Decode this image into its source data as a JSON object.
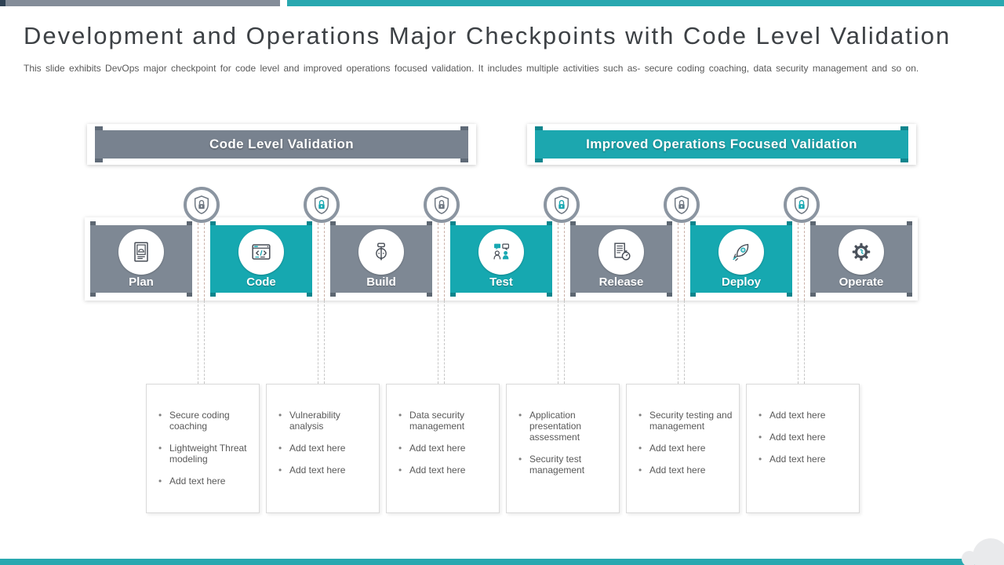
{
  "slide": {
    "title": "Development and Operations Major Checkpoints with Code Level Validation",
    "subtitle": "This slide exhibits DevOps major checkpoint for code level and improved operations focused validation. It includes multiple activities such as- secure coding coaching, data security management and so on."
  },
  "banners": [
    {
      "label": "Code Level Validation",
      "color": "#78828f"
    },
    {
      "label": "Improved Operations Focused Validation",
      "color": "#1ca7af"
    }
  ],
  "pipeline": {
    "stages": [
      {
        "label": "Plan",
        "variant": "gray",
        "icon": "plan-clipboard-icon"
      },
      {
        "label": "Code",
        "variant": "teal",
        "icon": "code-window-icon"
      },
      {
        "label": "Build",
        "variant": "gray",
        "icon": "build-hammer-icon"
      },
      {
        "label": "Test",
        "variant": "teal",
        "icon": "test-users-chat-icon"
      },
      {
        "label": "Release",
        "variant": "gray",
        "icon": "release-document-timer-icon"
      },
      {
        "label": "Deploy",
        "variant": "teal",
        "icon": "deploy-rocket-icon"
      },
      {
        "label": "Operate",
        "variant": "gray",
        "icon": "operate-gear-icon"
      }
    ],
    "checkpoints": [
      {
        "icon": "shield-lock-icon",
        "lock_color": "#6d7681"
      },
      {
        "icon": "shield-lock-icon",
        "lock_color": "#18a8b2"
      },
      {
        "icon": "shield-lock-icon",
        "lock_color": "#6d7681"
      },
      {
        "icon": "shield-lock-icon",
        "lock_color": "#18a8b2"
      },
      {
        "icon": "shield-lock-icon",
        "lock_color": "#6d7681"
      },
      {
        "icon": "shield-lock-icon",
        "lock_color": "#18a8b2"
      }
    ]
  },
  "notes": [
    {
      "items": [
        "Secure coding coaching",
        "Lightweight Threat modeling",
        "Add text here"
      ]
    },
    {
      "items": [
        "Vulnerability analysis",
        "Add text here",
        "Add text here"
      ]
    },
    {
      "items": [
        "Data security management",
        "Add text here",
        "Add text here"
      ]
    },
    {
      "items": [
        "Application presentation assessment",
        "Security test management"
      ]
    },
    {
      "items": [
        "Security testing and management",
        "Add text here",
        "Add text here"
      ]
    },
    {
      "items": [
        "Add text here",
        "Add text here",
        "Add text here"
      ]
    }
  ],
  "colors": {
    "accent_teal": "#18a8b2",
    "accent_gray": "#7e8894",
    "topbar_teal": "#29a8b0",
    "topbar_gray": "#848d99",
    "topbar_navy": "#2e4154",
    "badge_ring": "#8b95a1",
    "text_dark": "#3d4145",
    "text_body": "#595959"
  }
}
